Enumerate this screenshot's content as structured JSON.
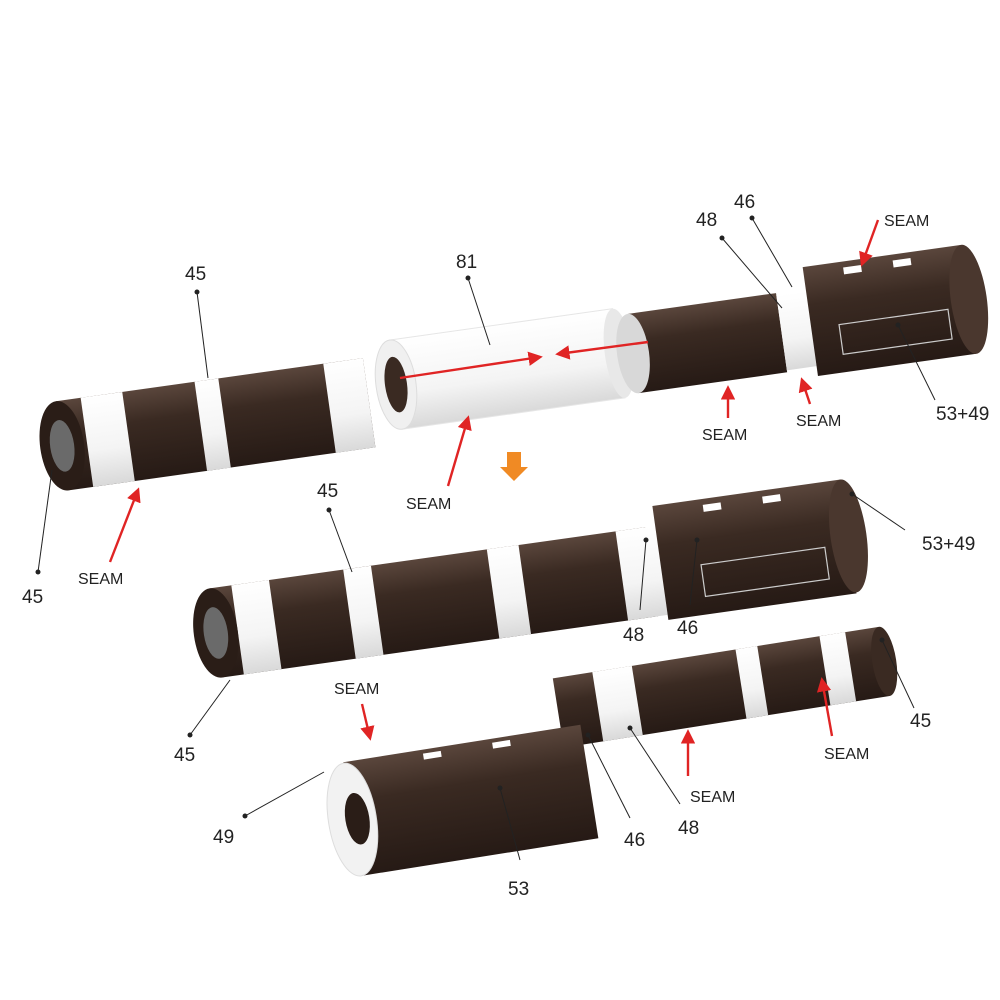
{
  "palette": {
    "body": "#3a2a22",
    "body_light": "#4a372e",
    "band": "#ffffff",
    "arrow": "#e02424",
    "step_arrow": "#f08a24",
    "text": "#222222"
  },
  "labels": {
    "part_45": "45",
    "part_46": "46",
    "part_48": "48",
    "part_49": "49",
    "part_53": "53",
    "part_81": "81",
    "part_53_49": "53+49",
    "seam": "SEAM"
  }
}
